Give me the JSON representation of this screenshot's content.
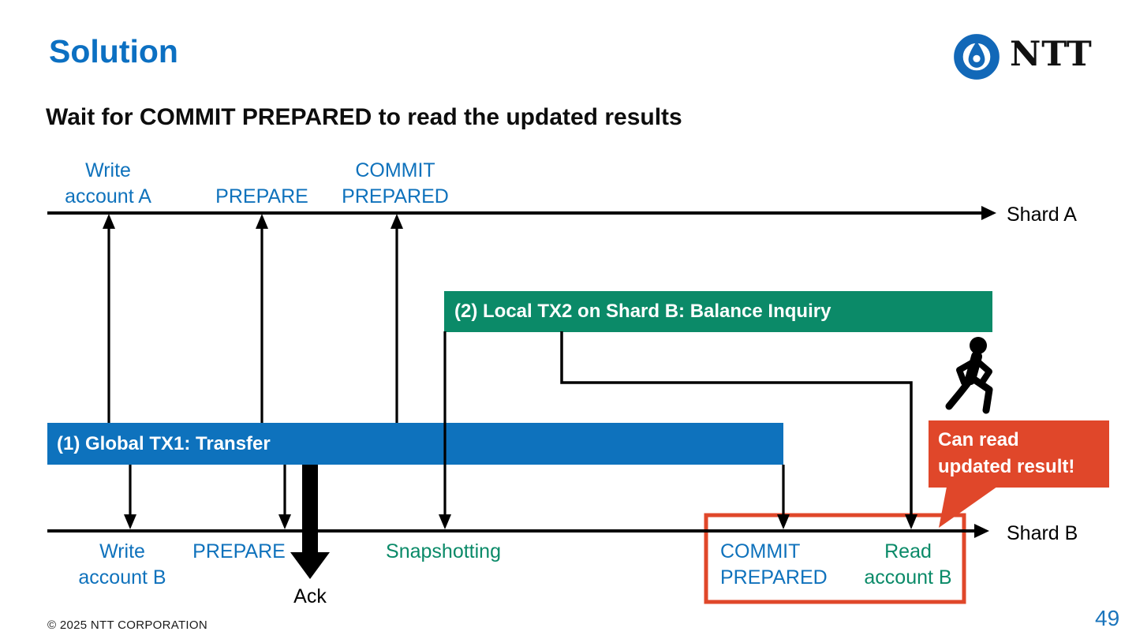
{
  "slide": {
    "title": "Solution",
    "subtitle": "Wait for COMMIT PREPARED to read the updated results",
    "footer": "© 2025 NTT CORPORATION",
    "page_number": "49"
  },
  "logo": {
    "text": "NTT"
  },
  "icons": {
    "logo_mark": "ntt-dynamic-loop-icon",
    "person": "walking-person-icon"
  },
  "colors": {
    "title_blue": "#0c70c2",
    "bar_blue": "#0e72bd",
    "bar_green": "#0b8a68",
    "text_blue": "#0f72bc",
    "text_green": "#0a8a68",
    "callout_red": "#e0472a",
    "line_black": "#000000"
  },
  "diagram": {
    "shard_a_label": "Shard A",
    "shard_b_label": "Shard B",
    "global_tx_label": "(1) Global TX1: Transfer",
    "local_tx_label": "(2) Local TX2 on Shard B: Balance Inquiry",
    "callout": {
      "line1": "Can read",
      "line2": "updated result!"
    },
    "shard_a_events": {
      "write": {
        "line1": "Write",
        "line2": "account A"
      },
      "prepare": "PREPARE",
      "commit": {
        "line1": "COMMIT",
        "line2": "PREPARED"
      }
    },
    "shard_b_events": {
      "write": {
        "line1": "Write",
        "line2": "account B"
      },
      "prepare": "PREPARE",
      "ack": "Ack",
      "snapshotting": "Snapshotting",
      "commit": {
        "line1": "COMMIT",
        "line2": "PREPARED"
      },
      "read": {
        "line1": "Read",
        "line2": "account B"
      }
    }
  }
}
